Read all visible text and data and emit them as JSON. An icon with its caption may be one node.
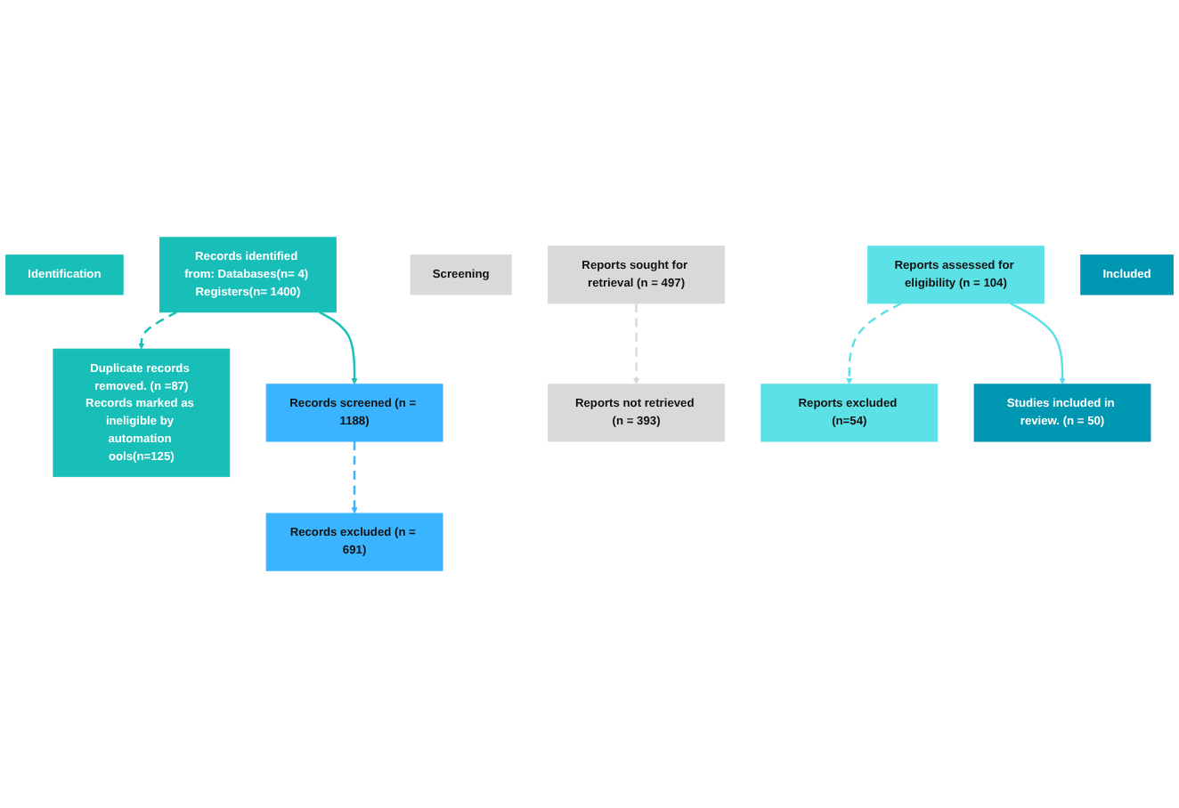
{
  "diagram": {
    "nodes": [
      {
        "text": [
          "Identification"
        ]
      },
      {
        "text": [
          "Records identified from: Databases(n= 4) Registers(n= 1400)"
        ]
      },
      {
        "text": [
          "Duplicate records removed. (n =87)",
          "Records marked as ineligible by automation ools(n=125)"
        ]
      },
      {
        "text": [
          "Screening"
        ]
      },
      {
        "text": [
          "Records screened (n = 1188)"
        ]
      },
      {
        "text": [
          "Records excluded (n = 691)"
        ]
      },
      {
        "text": [
          "Reports sought for retrieval (n = 497)"
        ]
      },
      {
        "text": [
          "Reports not retrieved (n = 393)"
        ]
      },
      {
        "text": [
          "Reports assessed for eligibility (n = 104)"
        ]
      },
      {
        "text": [
          "Reports excluded (n=54)"
        ]
      },
      {
        "text": [
          "Included"
        ]
      },
      {
        "text": [
          "Studies included in review. (n = 50)"
        ]
      }
    ],
    "edges": [
      {
        "from": 1,
        "to": 2,
        "arrow": "to",
        "style": "dashed",
        "color": "#17bfb8"
      },
      {
        "from": 1,
        "to": 4,
        "arrow": "to",
        "color": "#17bfb8"
      },
      {
        "from": 4,
        "to": 5,
        "arrow": "to",
        "style": "dashed",
        "color": "#3ab4ff"
      },
      {
        "from": 6,
        "to": 7,
        "arrow": "to",
        "style": "dashed",
        "color": "#d9d9d9"
      },
      {
        "from": 8,
        "to": 9,
        "arrow": "to",
        "style": "dashed",
        "color": "#5ce1e6"
      },
      {
        "from": 8,
        "to": 11,
        "arrow": "to",
        "color": "#5ce1e6"
      }
    ]
  }
}
